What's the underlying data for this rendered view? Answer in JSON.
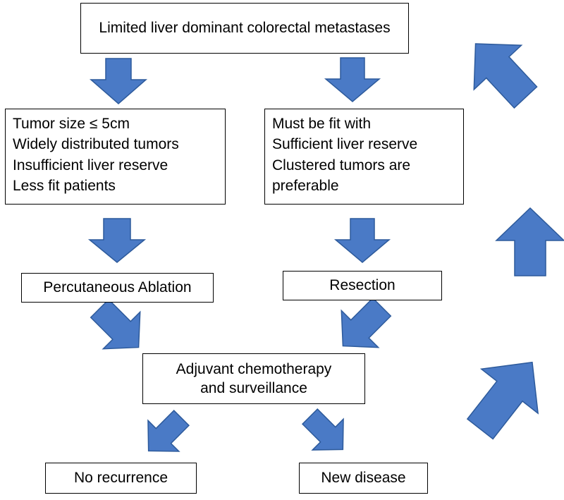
{
  "nodes": {
    "top": "Limited liver dominant colorectal metastases",
    "left_criteria": [
      "Tumor size ≤ 5cm",
      "Widely distributed tumors",
      "Insufficient liver reserve",
      "Less fit patients"
    ],
    "right_criteria": [
      "Must be fit with",
      "Sufficient liver reserve",
      "Clustered tumors are",
      "preferable"
    ],
    "ablation": "Percutaneous Ablation",
    "resection": "Resection",
    "adjuvant_line1": "Adjuvant chemotherapy",
    "adjuvant_line2": "and surveillance",
    "no_recurrence": "No recurrence",
    "new_disease": "New disease"
  },
  "colors": {
    "arrow_fill": "#4a7ac6",
    "arrow_stroke": "#2d5a9b",
    "box_border": "#000000"
  }
}
